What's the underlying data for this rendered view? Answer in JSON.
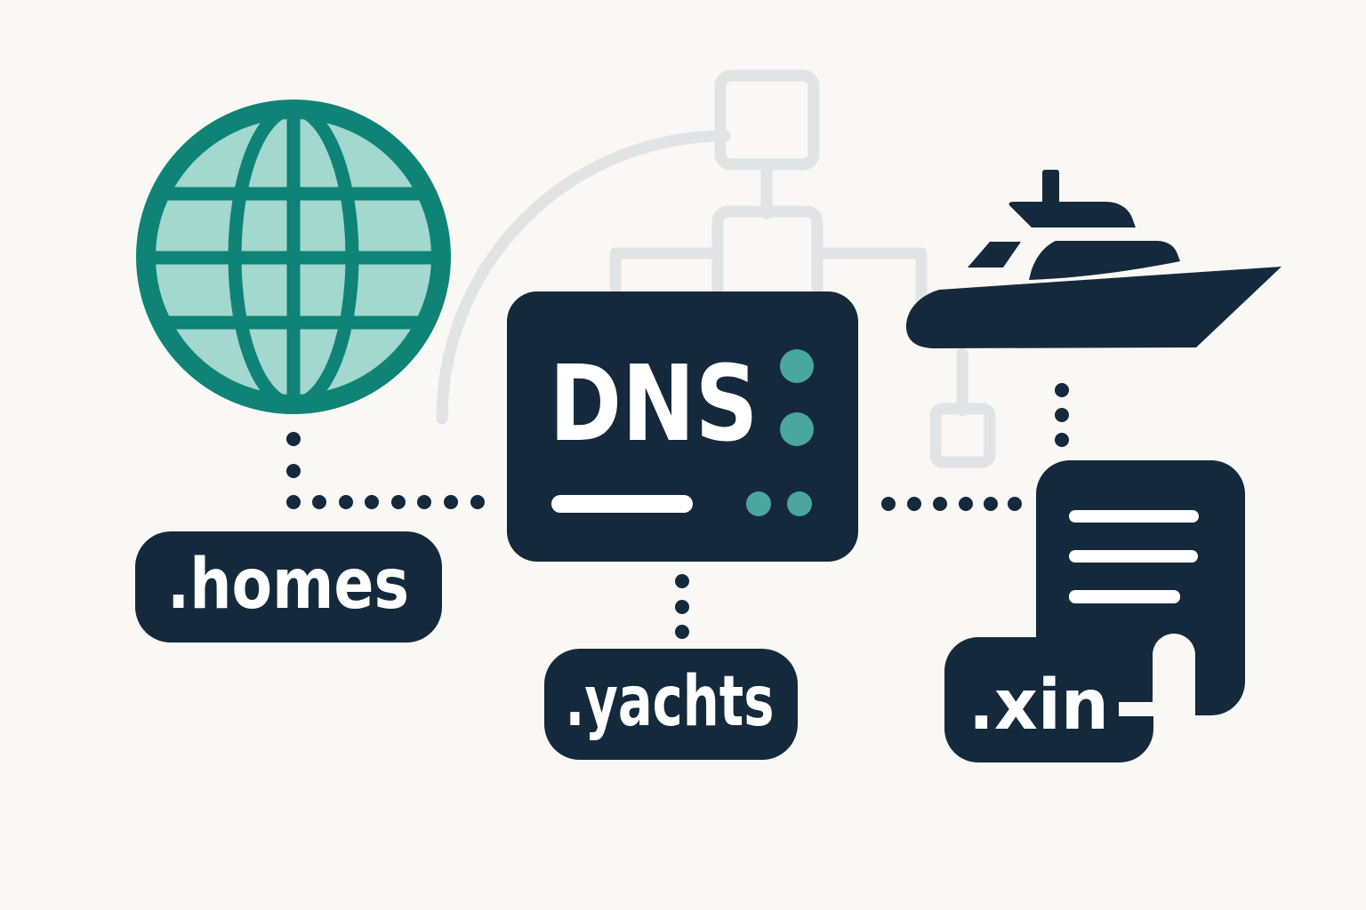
{
  "figure": {
    "description": "Illustration of DNS resolving niche top-level domains",
    "labels": {
      "dns": "DNS",
      "tld_homes": ".homes",
      "tld_yachts": ".yachts",
      "tld_xin": ".xin"
    },
    "icons": [
      "globe-icon",
      "dns-server-icon",
      "yacht-icon",
      "document-icon",
      "flowchart-decoration",
      "arc-decoration"
    ],
    "colors": {
      "background": "#f9f8f4",
      "navy": "#15293c",
      "teal_dark": "#0e8376",
      "teal_light": "#a3d8ce",
      "teal_accent": "#4aa79f",
      "gray_decoration": "#e0e4e4",
      "white": "#ffffff"
    }
  }
}
